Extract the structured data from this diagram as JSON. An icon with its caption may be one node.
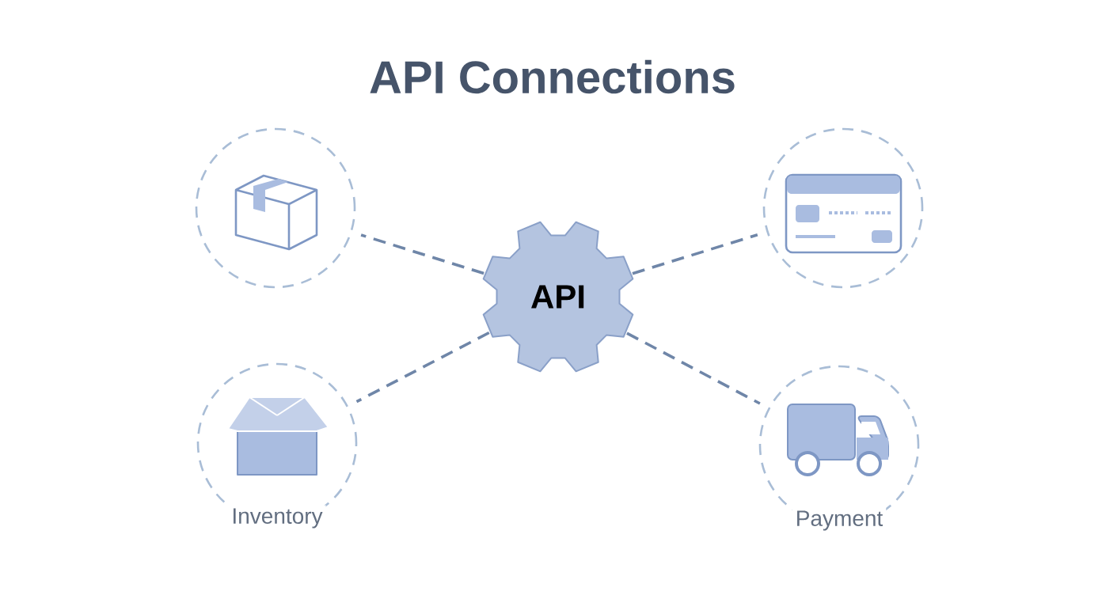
{
  "diagram": {
    "title": "API Connections",
    "nodes": [
      {
        "text": [],
        "shape": "circle"
      },
      {
        "text": [],
        "shape": "circle"
      },
      {
        "text": [
          "API"
        ]
      },
      {
        "text": [
          "Inventory"
        ]
      },
      {
        "text": [
          "Payment"
        ]
      }
    ],
    "edges": [
      {
        "from": 2,
        "to": 0,
        "arrow": "none",
        "style": "dashed"
      },
      {
        "from": 2,
        "to": 1,
        "arrow": "none",
        "style": "dashed"
      },
      {
        "from": 2,
        "to": 3,
        "arrow": "none",
        "style": "dashed"
      },
      {
        "from": 2,
        "to": 4,
        "arrow": "none",
        "style": "dashed"
      }
    ]
  }
}
